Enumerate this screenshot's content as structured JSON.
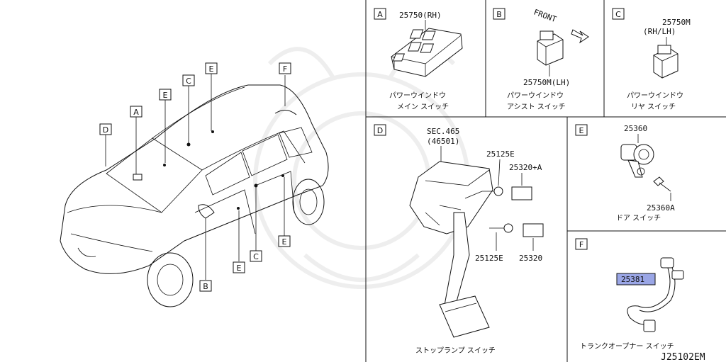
{
  "panels": {
    "A": {
      "letter": "A",
      "part_no": "25750(RH)",
      "caption_1": "パワーウインドウ",
      "caption_2": "メイン スイッチ"
    },
    "B": {
      "letter": "B",
      "part_no": "25750M(LH)",
      "front_label": "FRONT",
      "caption_1": "パワーウインドウ",
      "caption_2": "アシスト スイッチ"
    },
    "C": {
      "letter": "C",
      "part_no_1": "25750M",
      "part_no_2": "(RH/LH)",
      "caption_1": "パワーウインドウ",
      "caption_2": "リヤ スイッチ"
    },
    "D": {
      "letter": "D",
      "sec_1": "SEC.465",
      "sec_2": "(46501)",
      "part_screw_top": "25125E",
      "part_switch_top": "25320+A",
      "part_screw_bottom": "25125E",
      "part_switch_bottom": "25320",
      "caption": "ストップランプ スイッチ"
    },
    "E": {
      "letter": "E",
      "part_switch": "25360",
      "part_screw": "25360A",
      "caption": "ドア スイッチ"
    },
    "F": {
      "letter": "F",
      "part_no": "25381",
      "caption": "トランクオープナー スイッチ"
    }
  },
  "car_callouts": [
    "D",
    "A",
    "E",
    "C",
    "E",
    "F",
    "B",
    "E",
    "C",
    "E"
  ],
  "diagram_id": "J25102EM",
  "colors": {
    "highlight_fill": "#9aa6e6",
    "line": "#111111"
  }
}
